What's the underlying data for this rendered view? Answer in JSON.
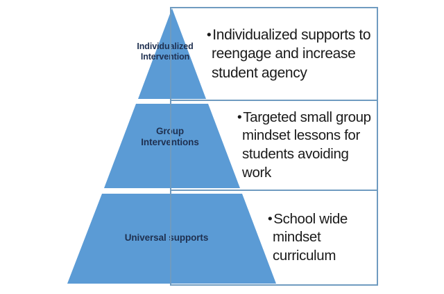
{
  "diagram": {
    "type": "three-tier-pyramid",
    "title": "Multi-tiered system of supports pyramid",
    "colors": {
      "tier_fill": "#5B9BD5",
      "panel_border": "#6F9BC0",
      "tier_label_text": "#1F3050",
      "description_text": "#1A1A1A",
      "background": "#FFFFFF"
    },
    "tiers": [
      {
        "level": 1,
        "position": "top",
        "label": "Individualized\nIntervention",
        "bullet": "•",
        "description": "Individualized supports to reengage and increase student agency"
      },
      {
        "level": 2,
        "position": "middle",
        "label": "Group\nInterventions",
        "bullet": "•",
        "description": "Targeted small group mindset lessons for students avoiding work"
      },
      {
        "level": 3,
        "position": "base",
        "label": "Universal supports",
        "bullet": "•",
        "description": "School wide mindset curriculum"
      }
    ]
  }
}
